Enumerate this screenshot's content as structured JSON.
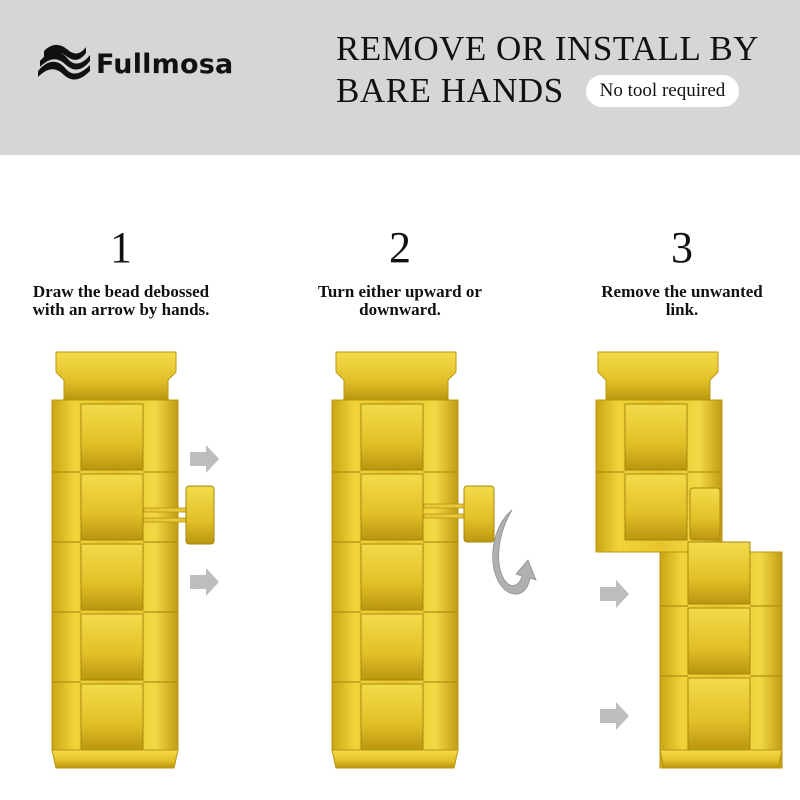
{
  "brand": {
    "name": "Fullmosa",
    "logo_icon": "wave-stripes-logo"
  },
  "headline": {
    "line1": "REMOVE OR INSTALL BY",
    "line2": "BARE HANDS",
    "badge": "No tool required"
  },
  "steps": [
    {
      "number": "1",
      "text_line1": "Draw the bead debossed",
      "text_line2": "with an arrow by hands."
    },
    {
      "number": "2",
      "text_line1": "Turn either upward or",
      "text_line2": "downward."
    },
    {
      "number": "3",
      "text_line1": "Remove the unwanted",
      "text_line2": "link."
    }
  ],
  "colors": {
    "header_bg": "#d6d6d6",
    "gold": "#e9c92a",
    "arrow": "#b9b9b9",
    "text": "#111111"
  }
}
